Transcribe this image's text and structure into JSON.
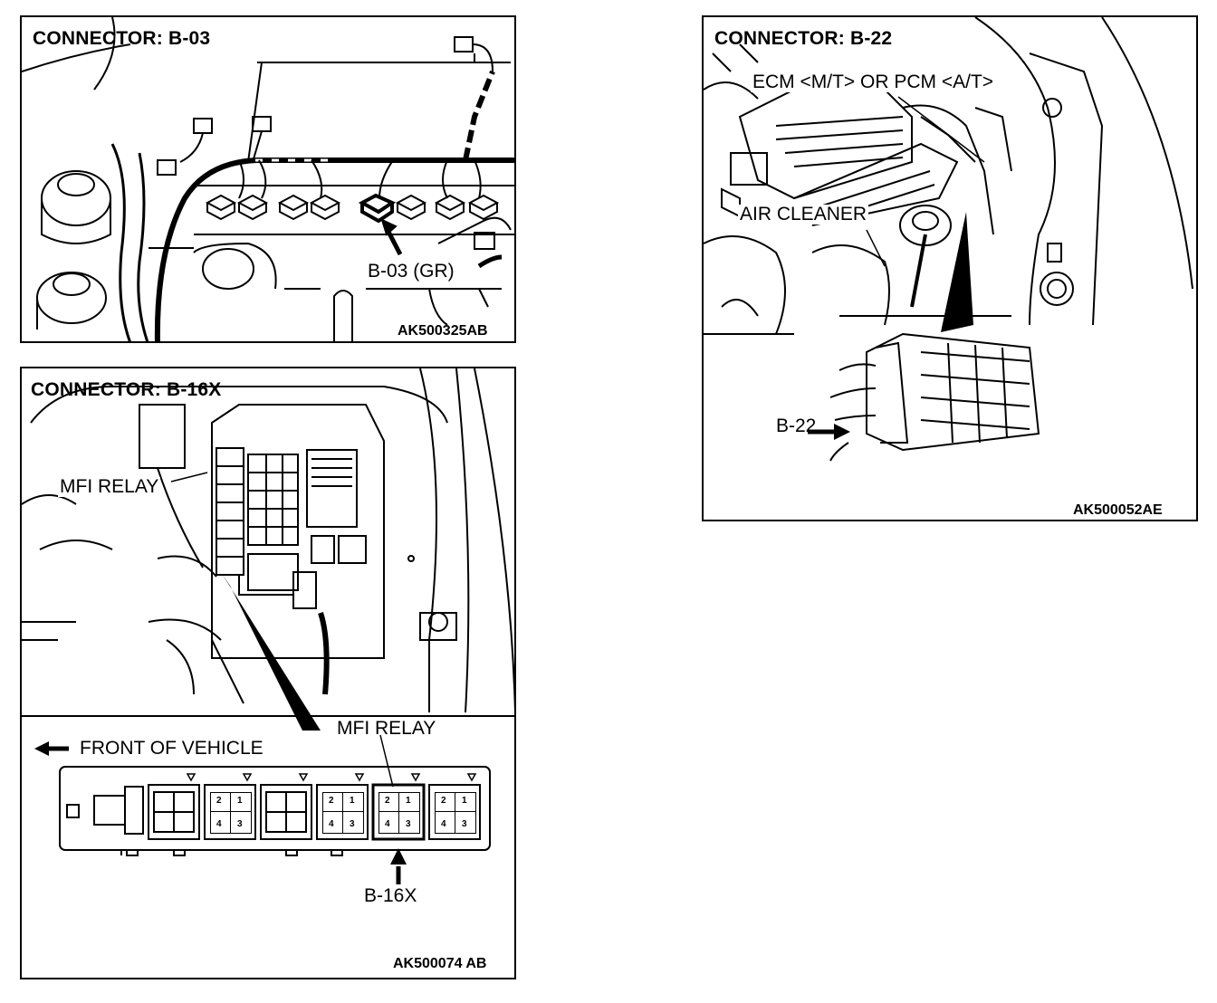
{
  "panels": {
    "b03": {
      "title": "CONNECTOR: B-03",
      "code": "AK500325AB",
      "callout": "B-03 (GR)"
    },
    "b16x": {
      "title": "CONNECTOR: B-16X",
      "code": "AK500074 AB",
      "relay_label_top": "MFI RELAY",
      "relay_label_bottom": "MFI RELAY",
      "front_label": "FRONT OF VEHICLE",
      "callout": "B-16X",
      "pins": [
        "2",
        "1",
        "4",
        "3"
      ]
    },
    "b22": {
      "title": "CONNECTOR: B-22",
      "code": "AK500052AE",
      "ecm_label": "ECM <M/T> OR PCM <A/T>",
      "air_label": "AIR CLEANER",
      "callout": "B-22"
    }
  }
}
